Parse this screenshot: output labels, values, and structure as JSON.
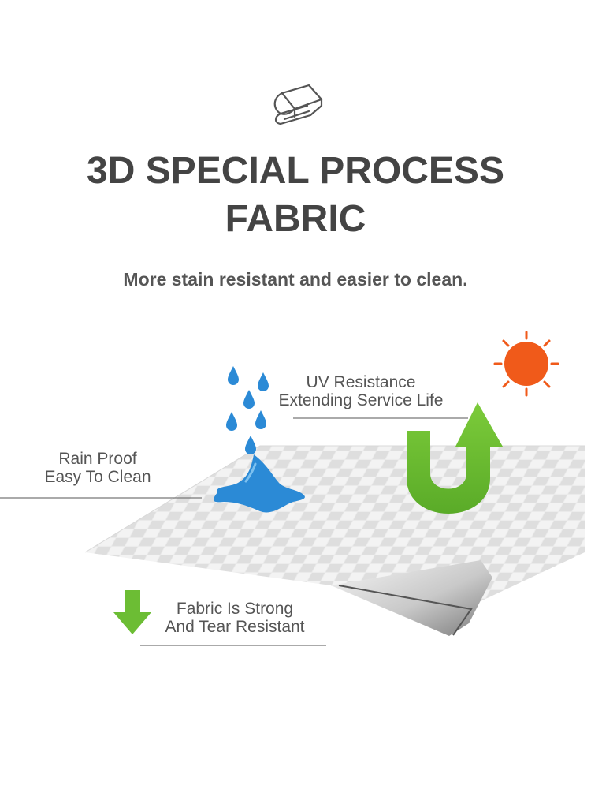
{
  "header": {
    "icon": "folded-fabric-icon",
    "title_line1": "3D SPECIAL PROCESS",
    "title_line2": "FABRIC",
    "subtitle": "More stain resistant and easier to clean."
  },
  "features": {
    "uv": {
      "line1": "UV Resistance",
      "line2": "Extending Service Life",
      "icon": "sun-icon"
    },
    "rain": {
      "line1": "Rain Proof",
      "line2": "Easy To Clean",
      "icon": "water-drops-icon"
    },
    "strength": {
      "line1": "Fabric Is Strong",
      "line2": "And Tear Resistant",
      "icon": "down-arrow-icon"
    }
  },
  "colors": {
    "title": "#444444",
    "text": "#555555",
    "sun": "#f05a1a",
    "water": "#2b8ad6",
    "green": "#6cbd34",
    "fabric_back": "#2a2a2a"
  }
}
